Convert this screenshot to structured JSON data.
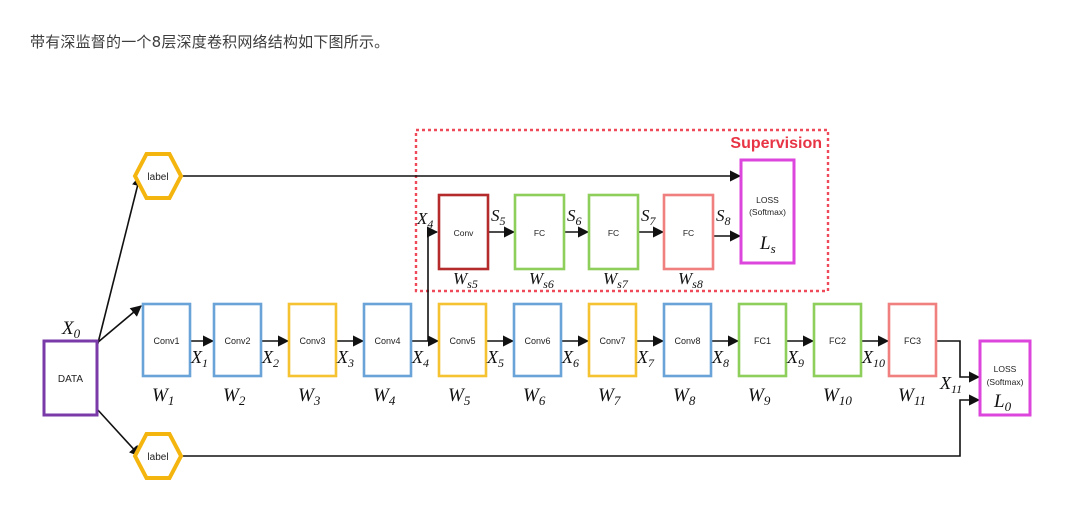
{
  "caption": "带有深监督的一个8层深度卷积网络结构如下图所示。",
  "colors": {
    "blue": "#6aa3d8",
    "yellow": "#f5c231",
    "green": "#8dcf5a",
    "pink": "#f07f7f",
    "magenta": "#dd46dd",
    "purple": "#7a3aa8",
    "darkred": "#b52a2a",
    "supervision": "#ef4a5a",
    "hexagon": "#f5b50f"
  },
  "diagram": {
    "data_node": {
      "label": "DATA",
      "input_var": "X",
      "input_sub": "0"
    },
    "label_top": "label",
    "label_bottom": "label",
    "main_blocks": [
      {
        "label": "Conv1",
        "color": "blue",
        "w_sub": "1"
      },
      {
        "label": "Conv2",
        "color": "blue",
        "w_sub": "2"
      },
      {
        "label": "Conv3",
        "color": "yellow",
        "w_sub": "3"
      },
      {
        "label": "Conv4",
        "color": "blue",
        "w_sub": "4"
      },
      {
        "label": "Conv5",
        "color": "yellow",
        "w_sub": "5"
      },
      {
        "label": "Conv6",
        "color": "blue",
        "w_sub": "6"
      },
      {
        "label": "Conv7",
        "color": "yellow",
        "w_sub": "7"
      },
      {
        "label": "Conv8",
        "color": "blue",
        "w_sub": "8"
      },
      {
        "label": "FC1",
        "color": "green",
        "w_sub": "9"
      },
      {
        "label": "FC2",
        "color": "green",
        "w_sub": "10"
      },
      {
        "label": "FC3",
        "color": "pink",
        "w_sub": "11"
      }
    ],
    "main_x_subs": [
      "1",
      "2",
      "3",
      "4",
      "5",
      "6",
      "7",
      "8",
      "9",
      "10"
    ],
    "x11_sub": "11",
    "loss_main": {
      "line1": "LOSS",
      "line2": "(Softmax)",
      "var": "L",
      "sub": "0"
    },
    "supervision": {
      "title": "Supervision",
      "input_var": "X",
      "input_sub": "4",
      "blocks": [
        {
          "label": "Conv",
          "color": "darkred",
          "w_sub": "s5"
        },
        {
          "label": "FC",
          "color": "green",
          "w_sub": "s6"
        },
        {
          "label": "FC",
          "color": "green",
          "w_sub": "s7"
        },
        {
          "label": "FC",
          "color": "pink",
          "w_sub": "s8"
        }
      ],
      "s_subs": [
        "5",
        "6",
        "7",
        "8"
      ],
      "loss": {
        "line1": "LOSS",
        "line2": "(Softmax)",
        "var": "L",
        "sub": "s"
      }
    },
    "weight_var": "W",
    "x_var": "X",
    "s_var": "S"
  }
}
